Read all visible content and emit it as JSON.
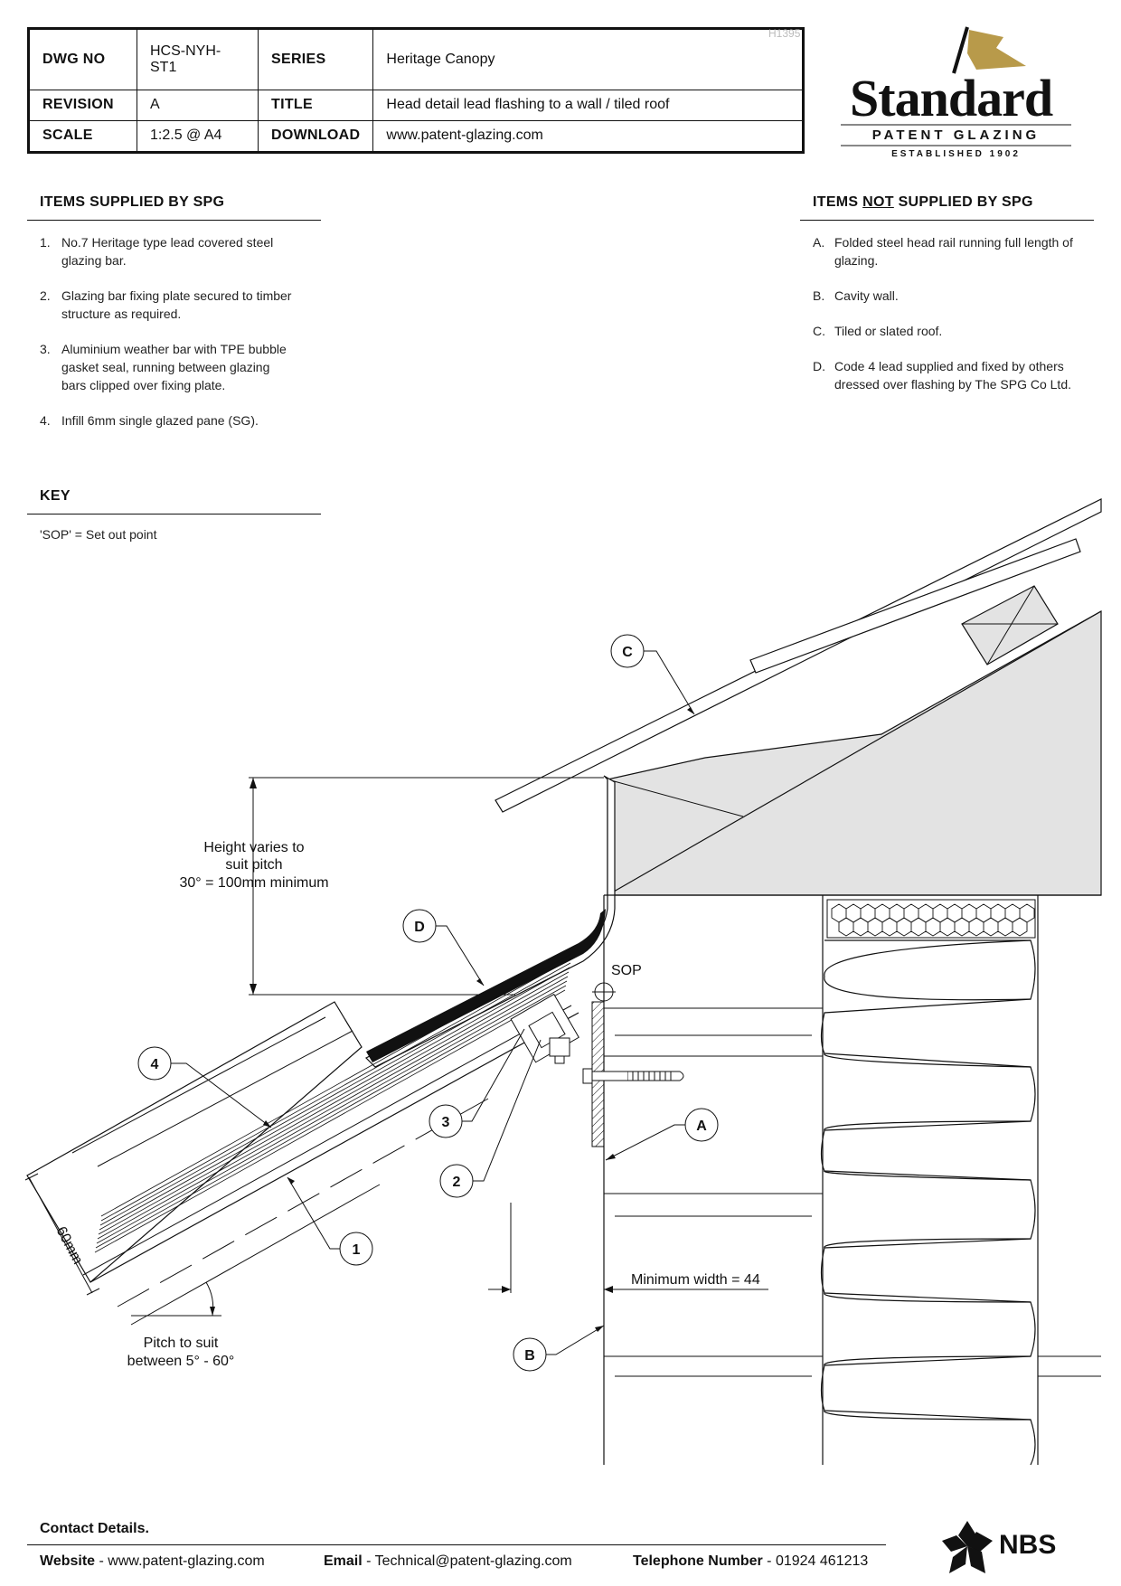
{
  "title_block": {
    "dwg_no_label": "DWG NO",
    "dwg_no": "HCS-NYH-ST1",
    "series_label": "SERIES",
    "series": "Heritage Canopy",
    "revision_label": "REVISION",
    "revision": "A",
    "title_label": "TITLE",
    "title": "Head detail lead flashing to a wall / tiled roof",
    "scale_label": "SCALE",
    "scale": "1:2.5 @ A4",
    "download_label": "DOWNLOAD",
    "download": "www.patent-glazing.com",
    "ref_code": "H1395"
  },
  "logo": {
    "word": "Standard",
    "subtitle": "PATENT GLAZING",
    "established": "ESTABLISHED 1902",
    "flag_color": "#b89a4a"
  },
  "supplied": {
    "heading": "ITEMS SUPPLIED BY SPG",
    "items": [
      {
        "num": "1.",
        "text": "No.7 Heritage type lead covered steel glazing bar."
      },
      {
        "num": "2.",
        "text": "Glazing bar fixing plate secured to timber structure as required."
      },
      {
        "num": "3.",
        "text": "Aluminium weather bar with TPE bubble gasket seal, running between glazing bars clipped over fixing plate."
      },
      {
        "num": "4.",
        "text": "Infill 6mm single glazed pane (SG)."
      }
    ]
  },
  "not_supplied": {
    "heading_a": "ITEMS ",
    "heading_not": "NOT",
    "heading_b": " SUPPLIED BY SPG",
    "items": [
      {
        "num": "A.",
        "text": "Folded steel head rail running full length of glazing."
      },
      {
        "num": "B.",
        "text": "Cavity wall."
      },
      {
        "num": "C.",
        "text": "Tiled or slated roof."
      },
      {
        "num": "D.",
        "text": "Code 4 lead supplied and fixed by others dressed over flashing by The SPG Co Ltd."
      }
    ]
  },
  "key": {
    "heading": "KEY",
    "text": "'SOP' = Set out point"
  },
  "drawing": {
    "height_note": [
      "Height varies to",
      "suit pitch",
      "30° = 100mm minimum"
    ],
    "sop": "SOP",
    "dim_60": "60mm",
    "pitch_note": [
      "Pitch to suit",
      "between 5° - 60°"
    ],
    "min_width": "Minimum width = 44",
    "callouts": [
      "C",
      "D",
      "4",
      "3",
      "2",
      "1",
      "A",
      "B"
    ]
  },
  "footer": {
    "contact_title": "Contact Details.",
    "website_label": "Website",
    "website": "www.patent-glazing.com",
    "email_label": "Email",
    "email": "Technical@patent-glazing.com",
    "phone_label": "Telephone Number",
    "phone": "01924 461213",
    "sep": "-",
    "nbs": "NBS"
  }
}
